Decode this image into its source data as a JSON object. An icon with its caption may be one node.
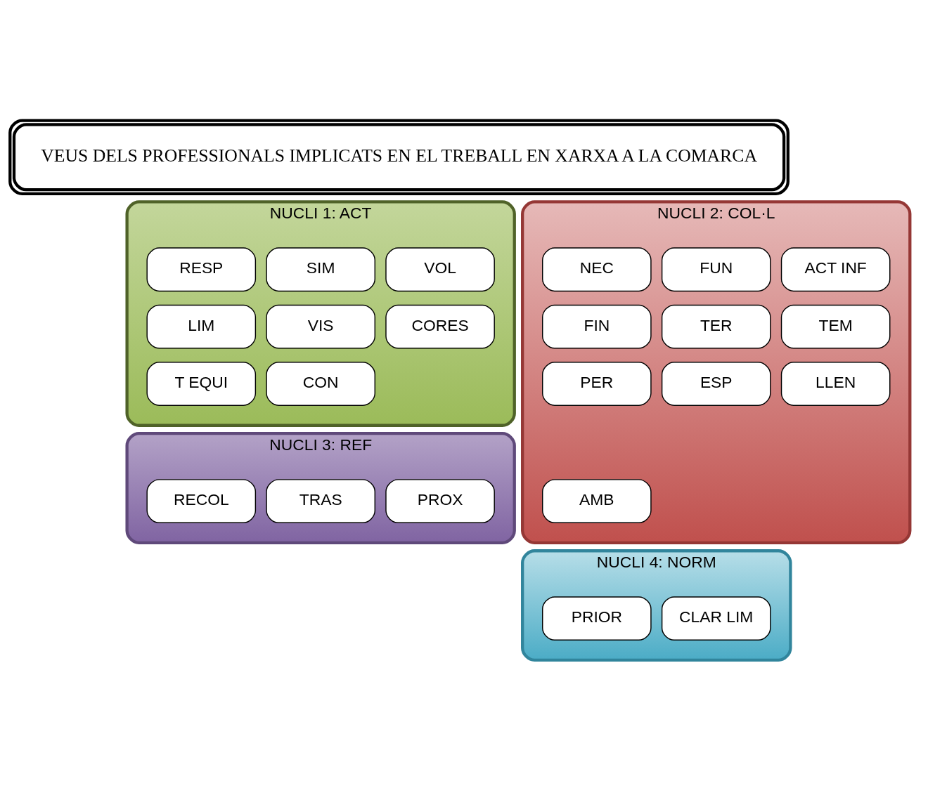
{
  "diagram": {
    "nodes": [
      {
        "text": [
          "VEUS DELS PROFESSIONALS IMPLICATS EN EL TREBALL EN XARXA A LA COMARCA"
        ]
      },
      {
        "text": [
          "NUCLI 1: ACT"
        ]
      },
      {
        "text": [
          "RESP"
        ],
        "in": 1
      },
      {
        "text": [
          "SIM"
        ],
        "in": 1
      },
      {
        "text": [
          "VOL"
        ],
        "in": 1
      },
      {
        "text": [
          "LIM"
        ],
        "in": 1
      },
      {
        "text": [
          "VIS"
        ],
        "in": 1
      },
      {
        "text": [
          "CORES"
        ],
        "in": 1
      },
      {
        "text": [
          "T EQUI"
        ],
        "in": 1
      },
      {
        "text": [
          "CON"
        ],
        "in": 1
      },
      {
        "text": [
          "NUCLI 2: COL·L"
        ]
      },
      {
        "text": [
          "NEC"
        ],
        "in": 10
      },
      {
        "text": [
          "FUN"
        ],
        "in": 10
      },
      {
        "text": [
          "ACT INF"
        ],
        "in": 10
      },
      {
        "text": [
          "FIN"
        ],
        "in": 10
      },
      {
        "text": [
          "TER"
        ],
        "in": 10
      },
      {
        "text": [
          "TEM"
        ],
        "in": 10
      },
      {
        "text": [
          "PER"
        ],
        "in": 10
      },
      {
        "text": [
          "ESP"
        ],
        "in": 10
      },
      {
        "text": [
          "LLEN"
        ],
        "in": 10
      },
      {
        "text": [
          "AMB"
        ],
        "in": 10
      },
      {
        "text": [
          "NUCLI 3: REF"
        ]
      },
      {
        "text": [
          "RECOL"
        ],
        "in": 21
      },
      {
        "text": [
          "TRAS"
        ],
        "in": 21
      },
      {
        "text": [
          "PROX"
        ],
        "in": 21
      },
      {
        "text": [
          "NUCLI 4: NORM"
        ]
      },
      {
        "text": [
          "PRIOR"
        ],
        "in": 25
      },
      {
        "text": [
          "CLAR LIM"
        ],
        "in": 25
      }
    ],
    "edges": []
  }
}
